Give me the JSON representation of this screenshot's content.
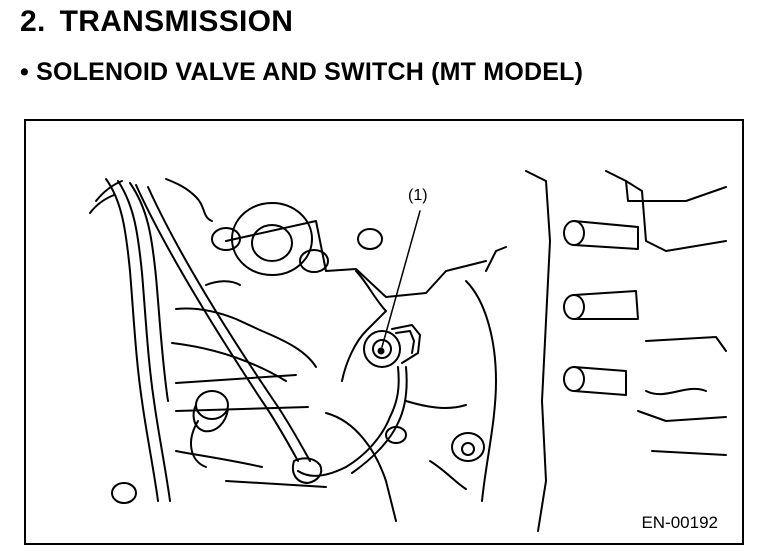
{
  "section": {
    "number": "2.",
    "title": "TRANSMISSION"
  },
  "subsection": {
    "bullet": "•",
    "title": "SOLENOID VALVE AND SWITCH (MT MODEL)"
  },
  "figure": {
    "callout": "(1)",
    "code": "EN-00192",
    "icon": "solenoid-valve-line-drawing"
  }
}
